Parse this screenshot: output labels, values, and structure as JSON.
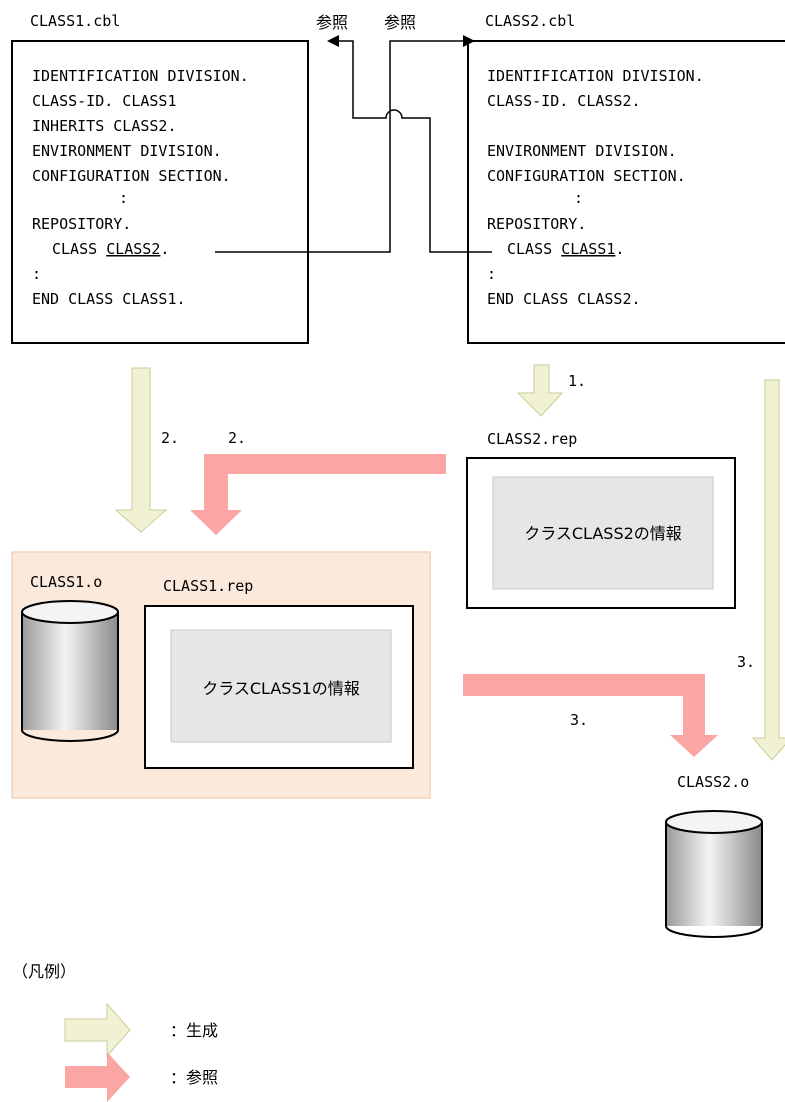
{
  "sources": {
    "class1": {
      "filename": "CLASS1.cbl",
      "lines": [
        "IDENTIFICATION DIVISION.",
        "CLASS-ID. CLASS1",
        "INHERITS CLASS2.",
        "ENVIRONMENT DIVISION.",
        "CONFIGURATION SECTION.",
        ":",
        "REPOSITORY.",
        "CLASS ",
        "CLASS2",
        ".",
        ":",
        "END CLASS CLASS1."
      ]
    },
    "class2": {
      "filename": "CLASS2.cbl",
      "lines": [
        "IDENTIFICATION DIVISION.",
        "CLASS-ID. CLASS2.",
        "ENVIRONMENT DIVISION.",
        "CONFIGURATION SECTION.",
        ":",
        "REPOSITORY.",
        "CLASS ",
        "CLASS1",
        ".",
        ":",
        "END CLASS CLASS2."
      ]
    }
  },
  "ref_labels": {
    "left": "参照",
    "right": "参照"
  },
  "step_labels": {
    "s1": "1.",
    "s2a": "2.",
    "s2b": "2.",
    "s3a": "3.",
    "s3b": "3."
  },
  "rep2": {
    "filename": "CLASS2.rep",
    "info": "クラスCLASS2の情報"
  },
  "obj1": {
    "filename": "CLASS1.o"
  },
  "rep1": {
    "filename": "CLASS1.rep",
    "info": "クラスCLASS1の情報"
  },
  "obj2": {
    "filename": "CLASS2.o"
  },
  "legend": {
    "title": "（凡例）",
    "generate": "：生成",
    "reference": "：参照"
  },
  "colors": {
    "generate_arrow": "#f1f2d4",
    "reference_arrow": "#fca5a5",
    "build_area": "#fbe9dc",
    "info_box": "#e6e6e6"
  }
}
